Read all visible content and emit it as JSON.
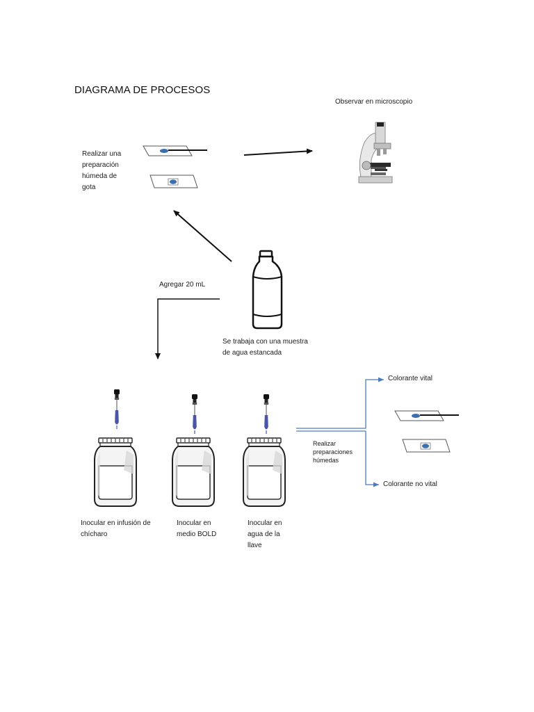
{
  "title": "DIAGRAMA DE PROCESOS",
  "steps": {
    "microscope_label": "Observar en microscopio",
    "wet_prep_label": [
      "Realizar una",
      "preparación",
      "húmeda de",
      "gota"
    ],
    "add_label": "Agregar 20 mL",
    "sample_label": [
      "Se trabaja con una muestra",
      "de agua estancada"
    ],
    "jars": [
      {
        "label": [
          "Inocular en infusión de",
          "chícharo"
        ]
      },
      {
        "label": [
          "Inocular en",
          "medio BOLD"
        ]
      },
      {
        "label": [
          "Inocular en",
          "agua de la",
          "llave"
        ]
      }
    ],
    "wet_preps_label": [
      "Realizar",
      "preparaciones",
      "húmedas"
    ],
    "vital_label": "Colorante vital",
    "nonvital_label": "Colorante no vital"
  },
  "colors": {
    "arrow_black": "#111111",
    "arrow_blue": "#4a7bbf",
    "dropper_blue": "#4a55a8",
    "slide_sample": "#3a6fb0"
  }
}
